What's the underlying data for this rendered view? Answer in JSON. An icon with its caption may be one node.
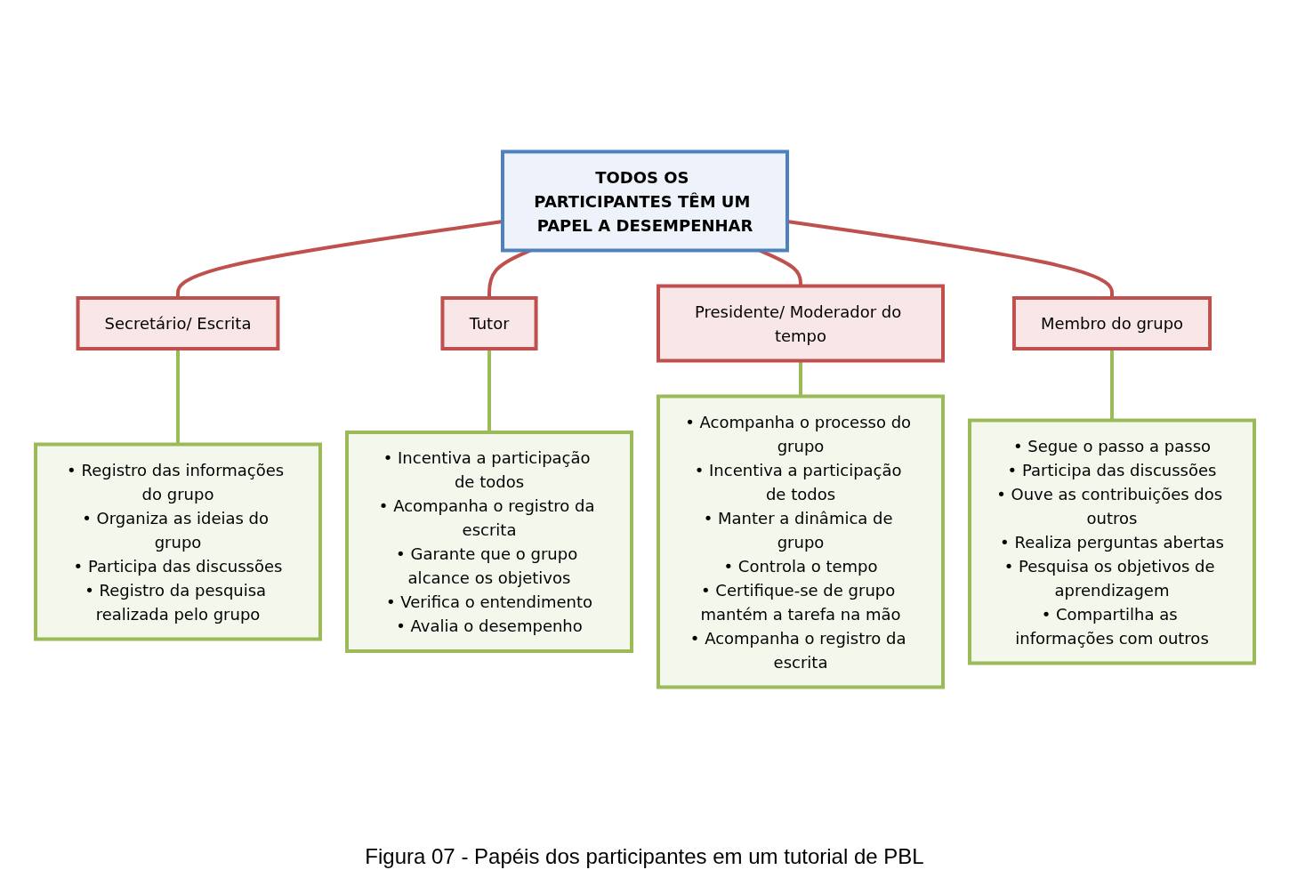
{
  "diagram": {
    "caption": "Figura 07 - Papéis dos participantes em um tutorial de PBL",
    "nodes": [
      {
        "text": [
          "TODOS OS PARTICIPANTES TÊM UM PAPEL A DESEMPENHAR"
        ]
      },
      {
        "text": [
          "Secretário/ Escrita"
        ]
      },
      {
        "text": [
          "Tutor"
        ]
      },
      {
        "text": [
          "Presidente/ Moderador do tempo"
        ]
      },
      {
        "text": [
          "Membro do grupo"
        ]
      },
      {
        "text": [
          "• Registro das informações do grupo",
          "• Organiza as ideias do grupo",
          "• Participa das discussões",
          "• Registro da pesquisa realizada pelo grupo"
        ]
      },
      {
        "text": [
          "• Incentiva a participação de todos",
          "• Acompanha o registro da escrita",
          "• Garante que o grupo alcance os objetivos",
          "• Verifica o entendimento",
          "• Avalia o desempenho"
        ]
      },
      {
        "text": [
          "• Acompanha o processo do grupo",
          "• Incentiva a participação de todos",
          "• Manter a dinâmica de grupo",
          "• Controla o tempo",
          "• Certifique-se de grupo mantém a tarefa na mão",
          "• Acompanha o registro da escrita"
        ]
      },
      {
        "text": [
          "• Segue o passo a passo",
          "• Participa das discussões",
          "• Ouve as contribuições dos outros",
          "• Realiza perguntas abertas",
          "• Pesquisa os objetivos de aprendizagem",
          "• Compartilha as informações com outros"
        ]
      }
    ],
    "edges": [
      {
        "from": 0,
        "to": 1,
        "arrow": "none",
        "color": "#c0504d"
      },
      {
        "from": 0,
        "to": 2,
        "arrow": "none",
        "color": "#c0504d"
      },
      {
        "from": 0,
        "to": 3,
        "arrow": "none",
        "color": "#c0504d"
      },
      {
        "from": 0,
        "to": 4,
        "arrow": "none",
        "color": "#c0504d"
      },
      {
        "from": 1,
        "to": 5,
        "arrow": "none",
        "color": "#9bbb59"
      },
      {
        "from": 2,
        "to": 6,
        "arrow": "none",
        "color": "#9bbb59"
      },
      {
        "from": 3,
        "to": 7,
        "arrow": "none",
        "color": "#9bbb59"
      },
      {
        "from": 4,
        "to": 8,
        "arrow": "none",
        "color": "#9bbb59"
      }
    ]
  }
}
